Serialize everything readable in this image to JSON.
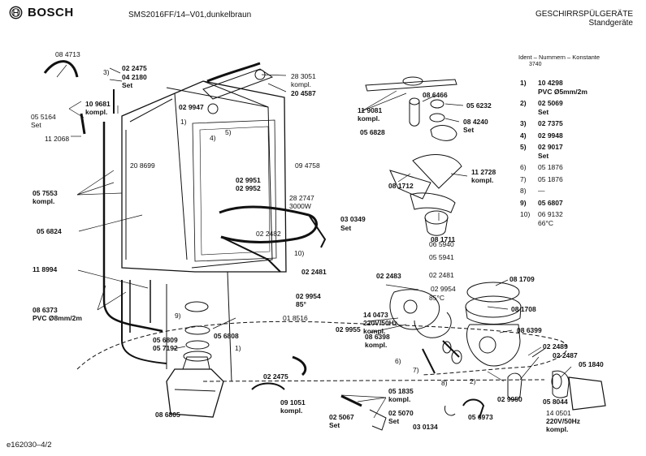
{
  "header": {
    "brand": "BOSCH",
    "model": "SMS2016FF/14–V01,dunkelbraun",
    "category_line1": "GESCHIRRSPÜLGERÄTE",
    "category_line2": "Standgeräte",
    "ident_label": "Ident – Nummern – Konstante",
    "ident_number": "3740"
  },
  "footer": {
    "code": "e162030–4/2"
  },
  "legend": [
    {
      "num": "1)",
      "value": "10 4298",
      "bold": true,
      "sub": "PVC Ø5mm/2m",
      "sub_bold": true
    },
    {
      "num": "2)",
      "value": "02 5069",
      "bold": true,
      "sub": "Set",
      "sub_bold": true
    },
    {
      "num": "3)",
      "value": "02 7375",
      "bold": true
    },
    {
      "num": "4)",
      "value": "02 9948",
      "bold": true
    },
    {
      "num": "5)",
      "value": "02 9017",
      "bold": true,
      "sub": "Set",
      "sub_bold": true
    },
    {
      "num": "6)",
      "value": "05 1876",
      "bold": false
    },
    {
      "num": "7)",
      "value": "05 1876",
      "bold": false
    },
    {
      "num": "8)",
      "value": "—",
      "bold": false
    },
    {
      "num": "9)",
      "value": "05 6807",
      "bold": true
    },
    {
      "num": "10)",
      "value": "06 9132",
      "bold": false,
      "sub": "66°C",
      "sub_bold": false
    }
  ],
  "labels": [
    {
      "text": "08 4713",
      "bold": false
    },
    {
      "text": "05 5164",
      "bold": false
    },
    {
      "text": "Set",
      "bold": false
    },
    {
      "text": "11 2068",
      "bold": false
    },
    {
      "text": "3)",
      "bold": false
    },
    {
      "text": "02 2475",
      "bold": true
    },
    {
      "text": "04 2180",
      "bold": true
    },
    {
      "text": "Set",
      "bold": true
    },
    {
      "text": "10 9681",
      "bold": true
    },
    {
      "text": "kompl.",
      "bold": true
    },
    {
      "text": "02 9947",
      "bold": true
    },
    {
      "text": "1)",
      "bold": false
    },
    {
      "text": "4)",
      "bold": false
    },
    {
      "text": "5)",
      "bold": false
    },
    {
      "text": "28 3051",
      "bold": false
    },
    {
      "text": "kompl.",
      "bold": false
    },
    {
      "text": "20 4587",
      "bold": true
    },
    {
      "text": "20 8699",
      "bold": false
    },
    {
      "text": "05 7553",
      "bold": true
    },
    {
      "text": "kompl.",
      "bold": true
    },
    {
      "text": "05 6824",
      "bold": true
    },
    {
      "text": "02 9951",
      "bold": true
    },
    {
      "text": "02 9952",
      "bold": true
    },
    {
      "text": "09 4758",
      "bold": false
    },
    {
      "text": "28 2747",
      "bold": false
    },
    {
      "text": "3000W",
      "bold": false
    },
    {
      "text": "03 0349",
      "bold": true
    },
    {
      "text": "Set",
      "bold": true
    },
    {
      "text": "02 2482",
      "bold": false
    },
    {
      "text": "10)",
      "bold": false
    },
    {
      "text": "11 8994",
      "bold": true
    },
    {
      "text": "02 2481",
      "bold": true
    },
    {
      "text": "02 9954",
      "bold": true
    },
    {
      "text": "85°",
      "bold": true
    },
    {
      "text": "01 8516",
      "bold": false
    },
    {
      "text": "08 6373",
      "bold": true
    },
    {
      "text": "PVC Ø8mm/2m",
      "bold": true
    },
    {
      "text": "9)",
      "bold": false
    },
    {
      "text": "05 6808",
      "bold": true
    },
    {
      "text": "05 6809",
      "bold": true
    },
    {
      "text": "05 7192",
      "bold": true
    },
    {
      "text": "1)",
      "bold": false
    },
    {
      "text": "02 2475",
      "bold": true
    },
    {
      "text": "09 1051",
      "bold": true
    },
    {
      "text": "kompl.",
      "bold": true
    },
    {
      "text": "08 6805",
      "bold": true
    },
    {
      "text": "02 5067",
      "bold": true
    },
    {
      "text": "Set",
      "bold": true
    },
    {
      "text": "05 1835",
      "bold": true
    },
    {
      "text": "kompl.",
      "bold": true
    },
    {
      "text": "02 5070",
      "bold": true
    },
    {
      "text": "Set",
      "bold": true
    },
    {
      "text": "03 0134",
      "bold": true
    },
    {
      "text": "05 6973",
      "bold": true
    },
    {
      "text": "11 9081",
      "bold": true
    },
    {
      "text": "kompl.",
      "bold": true
    },
    {
      "text": "08 6466",
      "bold": true
    },
    {
      "text": "05 6232",
      "bold": true
    },
    {
      "text": "08 4240",
      "bold": true
    },
    {
      "text": "Set",
      "bold": true
    },
    {
      "text": "05 6828",
      "bold": true
    },
    {
      "text": "11 2728",
      "bold": true
    },
    {
      "text": "kompl.",
      "bold": true
    },
    {
      "text": "08 1712",
      "bold": true
    },
    {
      "text": "08 1711",
      "bold": true
    },
    {
      "text": "06 5940",
      "bold": false
    },
    {
      "text": "05 5941",
      "bold": false
    },
    {
      "text": "02 2481",
      "bold": false
    },
    {
      "text": "02 2483",
      "bold": true
    },
    {
      "text": "02 9954",
      "bold": false
    },
    {
      "text": "85°C",
      "bold": false
    },
    {
      "text": "08 1709",
      "bold": true
    },
    {
      "text": "14 0473",
      "bold": true
    },
    {
      "text": "220V/50Hz",
      "bold": true
    },
    {
      "text": "kompl.",
      "bold": true
    },
    {
      "text": "08 1708",
      "bold": true
    },
    {
      "text": "02 9955",
      "bold": true
    },
    {
      "text": "08 6398",
      "bold": true
    },
    {
      "text": "kompl.",
      "bold": true
    },
    {
      "text": "08 6399",
      "bold": true
    },
    {
      "text": "6)",
      "bold": false
    },
    {
      "text": "7)",
      "bold": false
    },
    {
      "text": "8)",
      "bold": false
    },
    {
      "text": "2)",
      "bold": false
    },
    {
      "text": "02 2489",
      "bold": true
    },
    {
      "text": "02 2487",
      "bold": true
    },
    {
      "text": "05 1840",
      "bold": true
    },
    {
      "text": "02 9950",
      "bold": true
    },
    {
      "text": "05 8044",
      "bold": true
    },
    {
      "text": "14 0501",
      "bold": false
    },
    {
      "text": "220V/50Hz",
      "bold": true
    },
    {
      "text": "kompl.",
      "bold": true
    }
  ]
}
